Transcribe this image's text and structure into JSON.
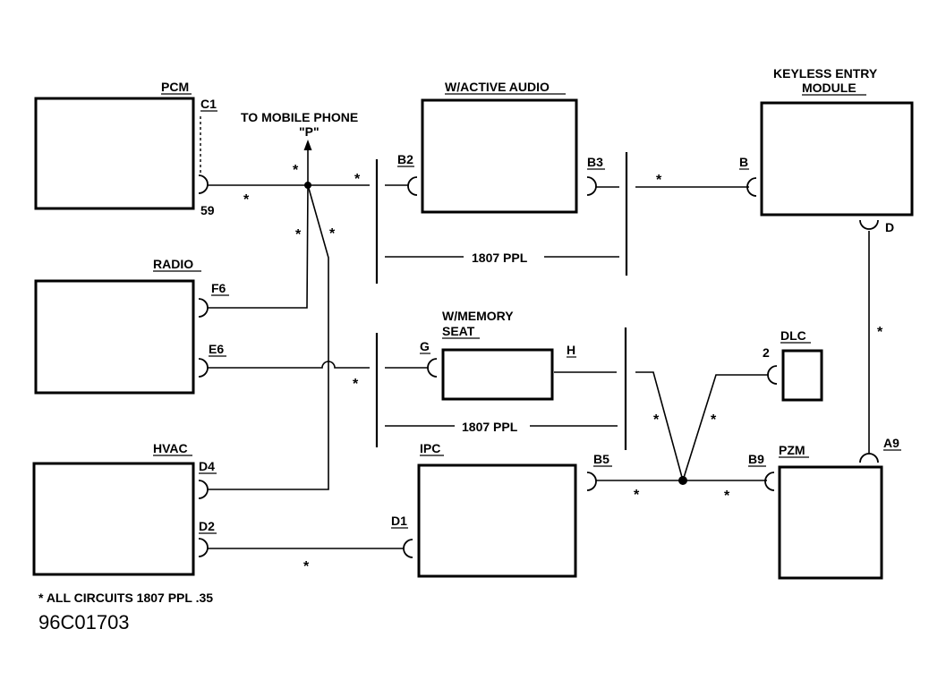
{
  "modules": {
    "pcm": "PCM",
    "radio": "RADIO",
    "hvac": "HVAC",
    "active_audio": "W/ACTIVE AUDIO",
    "memory_seat_line1": "W/MEMORY",
    "memory_seat_line2": "SEAT",
    "ipc": "IPC",
    "keyless_line1": "KEYLESS ENTRY",
    "keyless_line2": "MODULE",
    "dlc": "DLC",
    "pzm": "PZM"
  },
  "terminals": {
    "pcm_c1": "C1",
    "pcm_59": "59",
    "radio_f6": "F6",
    "radio_e6": "E6",
    "hvac_d4": "D4",
    "hvac_d2": "D2",
    "audio_b2": "B2",
    "audio_b3": "B3",
    "seat_g": "G",
    "seat_h": "H",
    "ipc_d1": "D1",
    "ipc_b5": "B5",
    "keyless_b": "B",
    "keyless_d": "D",
    "dlc_2": "2",
    "pzm_b9": "B9",
    "pzm_a9": "A9"
  },
  "mobile_phone_line1": "TO MOBILE PHONE",
  "mobile_phone_line2": "\"P\"",
  "wire_label_upper": "1807 PPL",
  "wire_label_lower": "1807 PPL",
  "circuit_marker": "*",
  "footnote": "* ALL CIRCUITS 1807 PPL .35",
  "figure_id": "96C01703"
}
